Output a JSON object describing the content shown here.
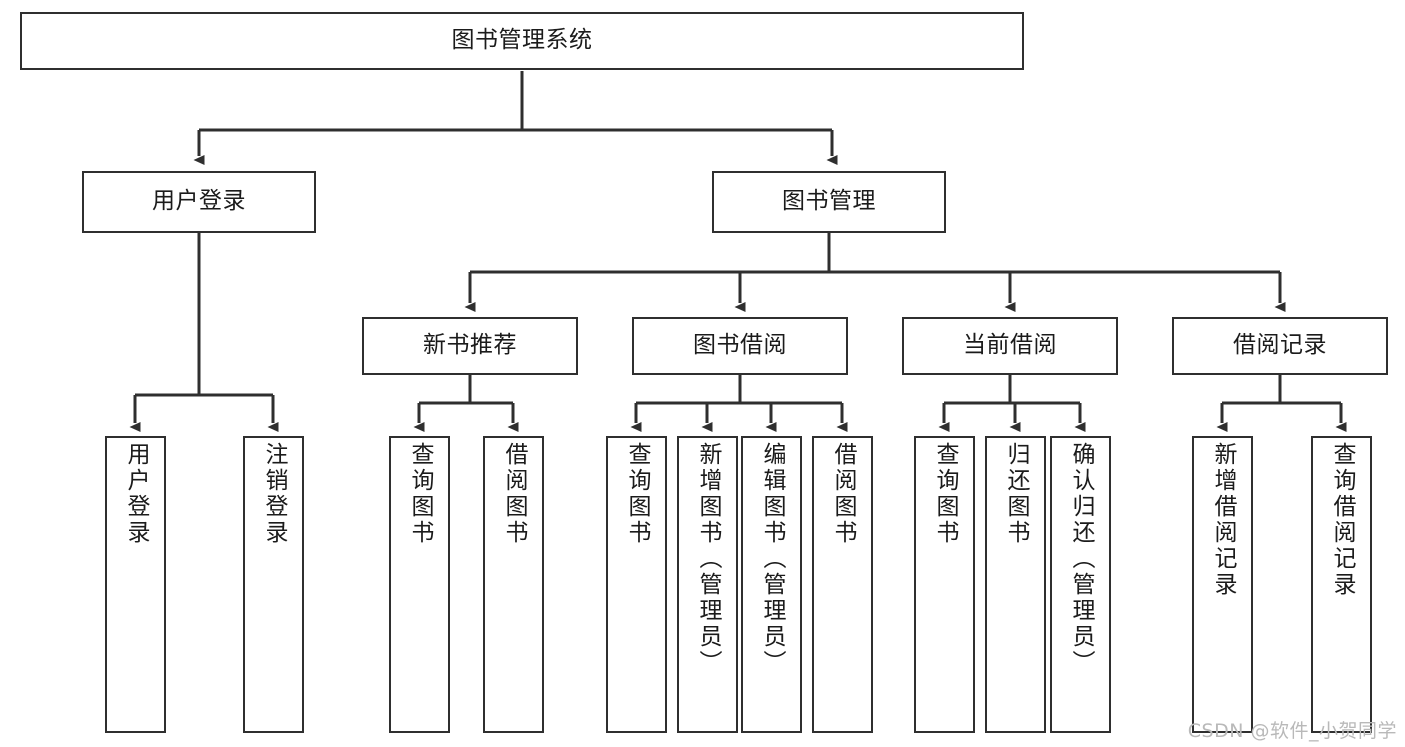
{
  "diagram": {
    "title": "图书管理系统",
    "watermark": "CSDN @软件_小贺同学",
    "line_color": "#2f2f2f",
    "box_fill": "#ffffff",
    "text_color": "#1b1b1b",
    "levels": {
      "root": {
        "label": "图书管理系统"
      },
      "level2": [
        {
          "label": "用户登录"
        },
        {
          "label": "图书管理"
        }
      ],
      "level3": [
        {
          "label": "新书推荐"
        },
        {
          "label": "图书借阅"
        },
        {
          "label": "当前借阅"
        },
        {
          "label": "借阅记录"
        }
      ],
      "leaves": {
        "user_login": [
          {
            "label": "用户登录"
          },
          {
            "label": "注销登录"
          }
        ],
        "new_book_recommend": [
          {
            "label": "查询图书"
          },
          {
            "label": "借阅图书"
          }
        ],
        "book_borrow": [
          {
            "label": "查询图书"
          },
          {
            "label": "新增图书（管理员）"
          },
          {
            "label": "编辑图书（管理员）"
          },
          {
            "label": "借阅图书"
          }
        ],
        "current_borrow": [
          {
            "label": "查询图书"
          },
          {
            "label": "归还图书"
          },
          {
            "label": "确认归还（管理员）"
          }
        ],
        "borrow_record": [
          {
            "label": "新增借阅记录"
          },
          {
            "label": "查询借阅记录"
          }
        ]
      }
    }
  }
}
